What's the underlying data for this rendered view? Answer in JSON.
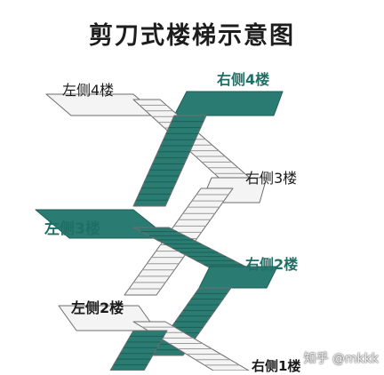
{
  "title": "剪刀式楼梯示意图",
  "labels": {
    "left4": "左侧4楼",
    "right4": "右侧4楼",
    "right3": "右侧3楼",
    "left3": "左侧3楼",
    "right2": "右侧2楼",
    "left2": "左侧2楼",
    "right1": "右侧1楼"
  },
  "watermark": "知乎 @mkkk",
  "colors": {
    "teal": "#2a7c72",
    "teal_dark": "#1d5e56",
    "white_stair": "#f4f4f4",
    "outline": "#6d6d6d",
    "label_teal": "#1f6f66",
    "label_black": "#1a1a1a"
  }
}
